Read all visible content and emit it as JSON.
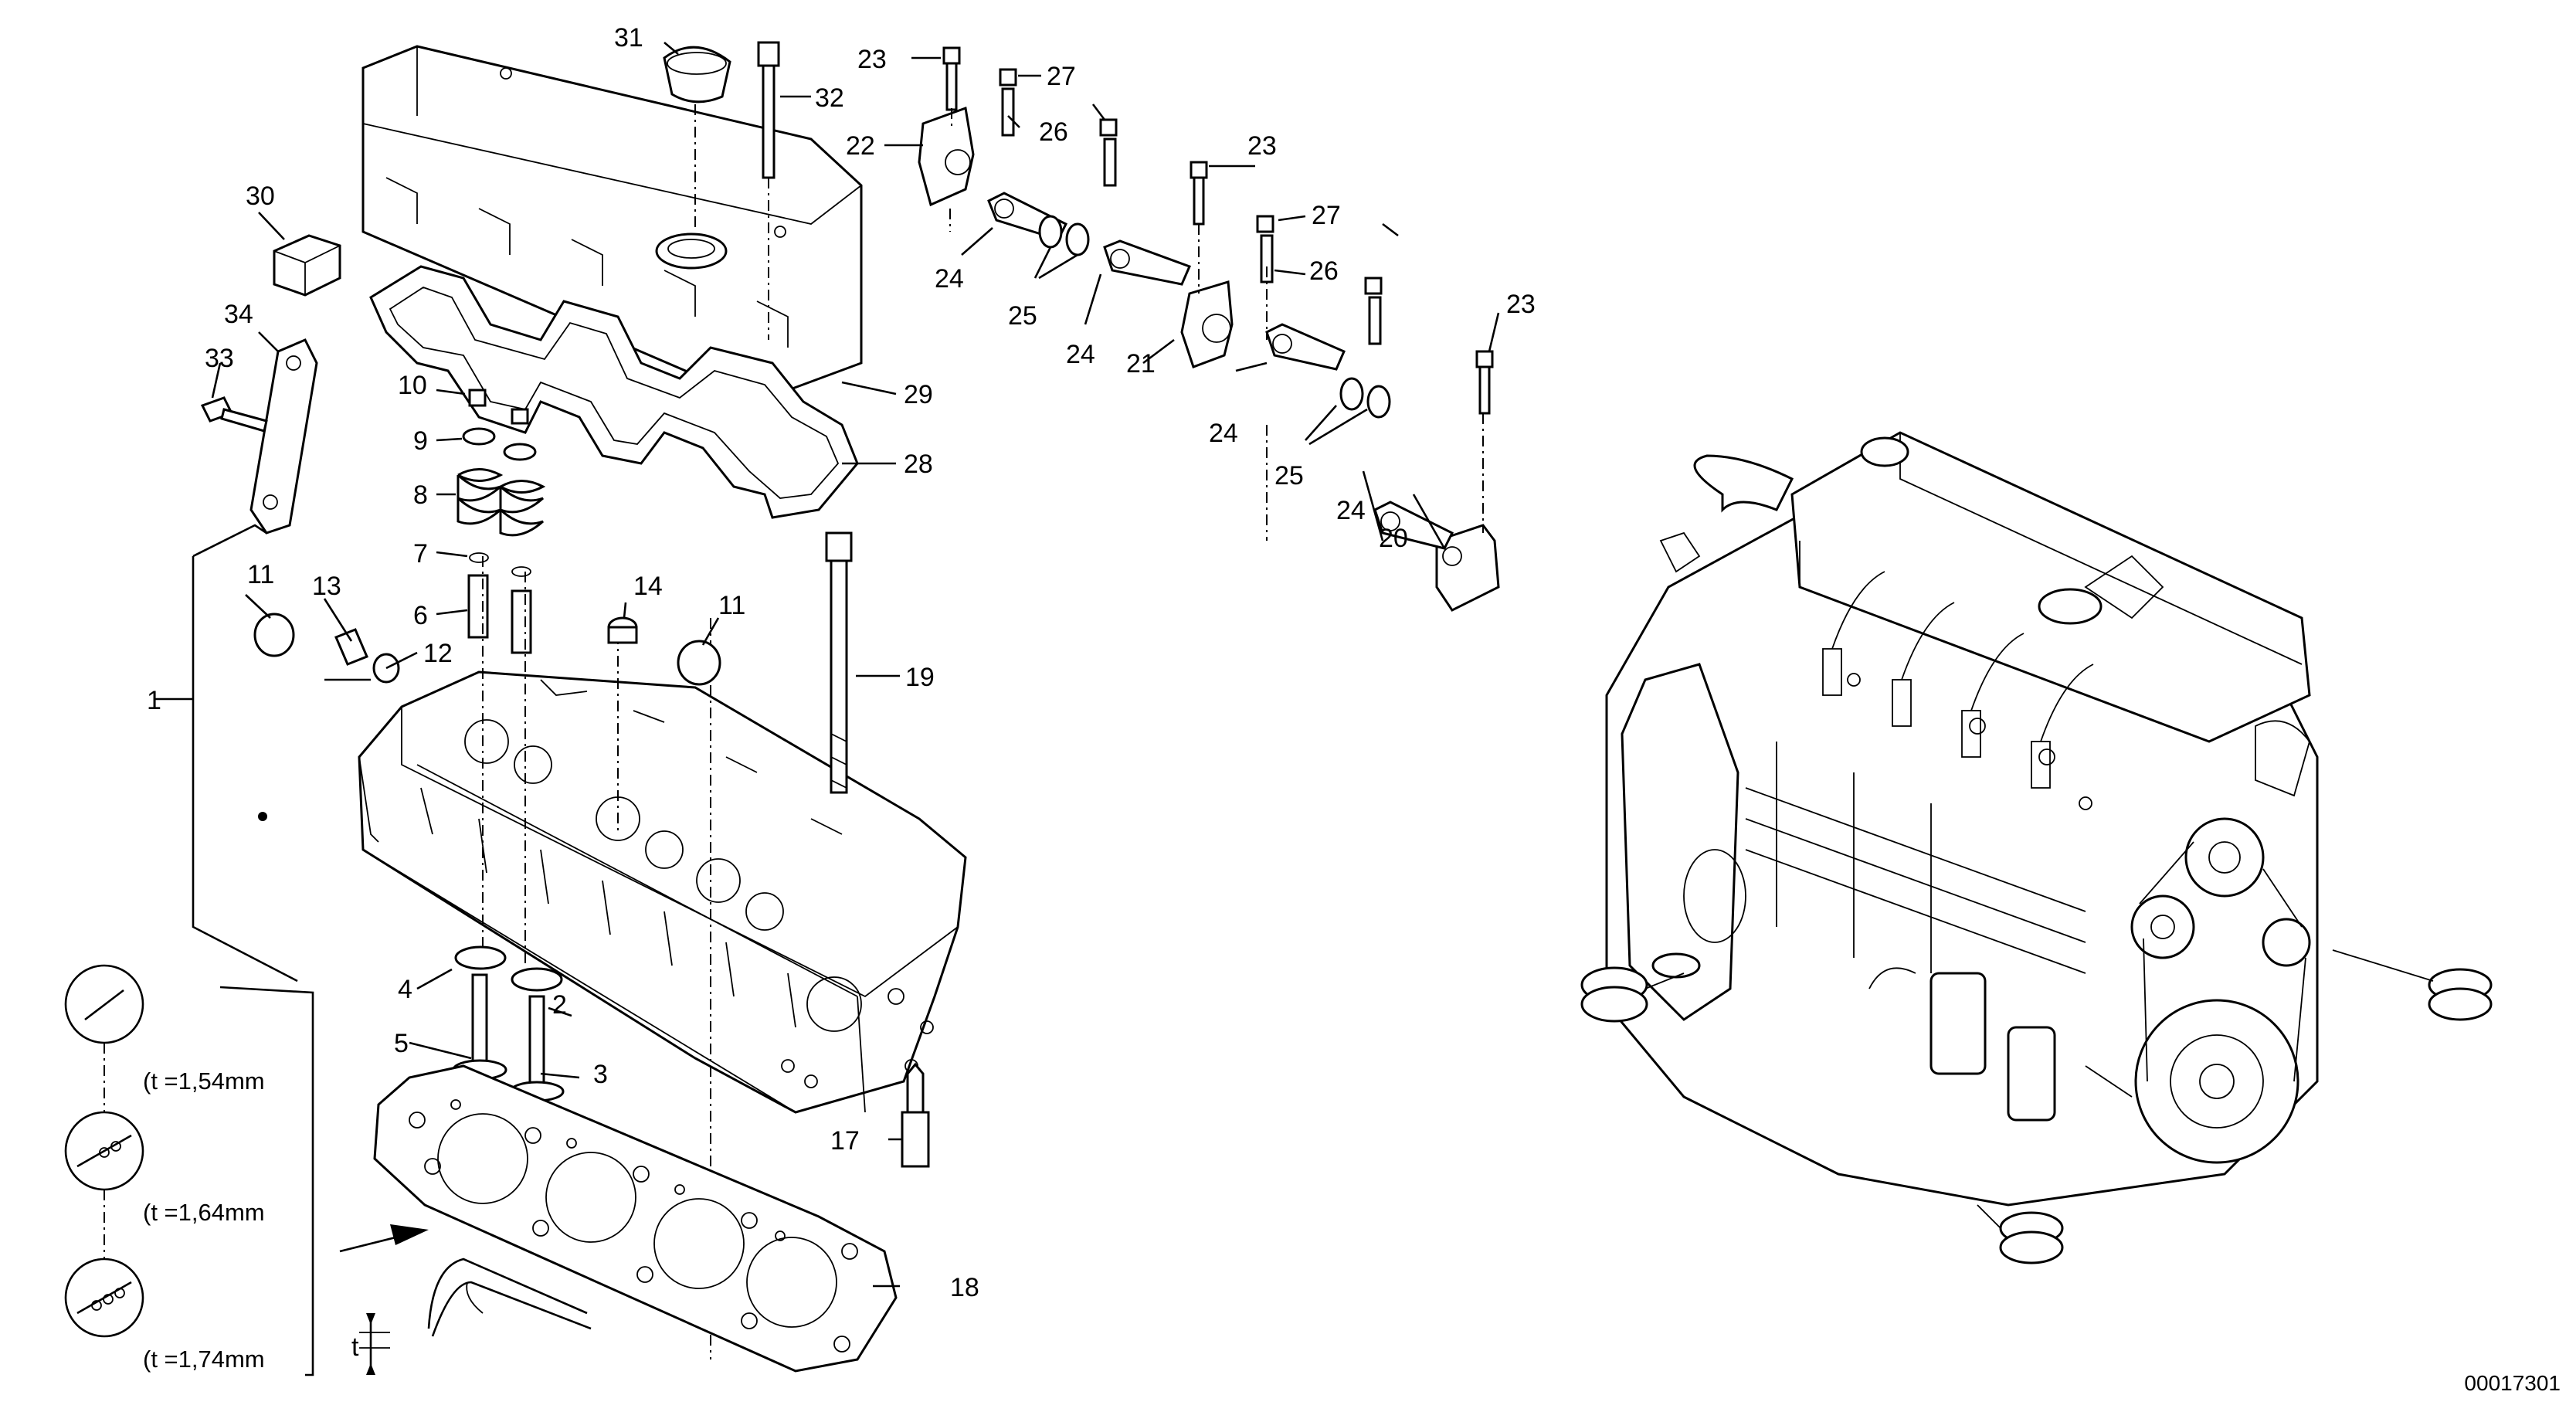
{
  "callouts": [
    "1",
    "2",
    "3",
    "4",
    "5",
    "6",
    "7",
    "8",
    "9",
    "10",
    "11",
    "11",
    "12",
    "13",
    "14",
    "17",
    "18",
    "19",
    "20",
    "21",
    "22",
    "23",
    "23",
    "23",
    "24",
    "24",
    "24",
    "24",
    "25",
    "25",
    "26",
    "26",
    "27",
    "27",
    "28",
    "29",
    "30",
    "31",
    "32",
    "33",
    "34"
  ],
  "gasket_variants": [
    {
      "thickness_label": "(t =1,54mm"
    },
    {
      "thickness_label": "(t =1,64mm"
    },
    {
      "thickness_label": "(t =1,74mm"
    }
  ],
  "thickness_symbol": "t",
  "drawing_number": "00017301"
}
